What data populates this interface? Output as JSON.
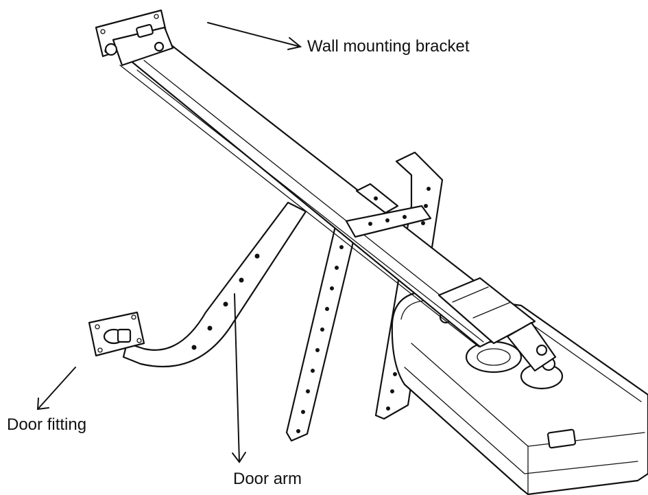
{
  "labels": {
    "wall_mounting_bracket": "Wall mounting bracket",
    "door_fitting": "Door fitting",
    "door_arm": "Door arm"
  },
  "colors": {
    "ink": "#111111",
    "background": "#ffffff"
  }
}
